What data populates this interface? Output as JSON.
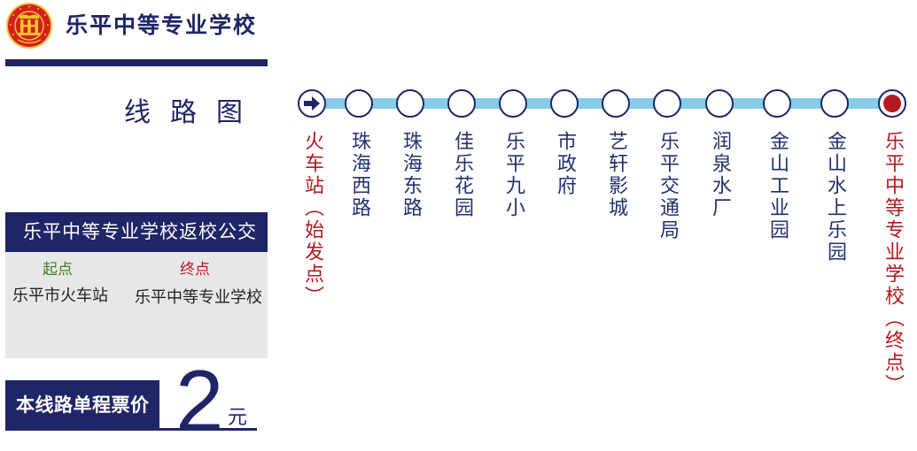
{
  "header": {
    "logo_icon": "school-emblem-icon",
    "school_name": "乐平中等专业学校"
  },
  "route_map": {
    "title": "线路图"
  },
  "info_panel": {
    "title": "乐平中等专业学校返校公交",
    "start_label": "起点",
    "end_label": "终点",
    "start_value": "乐平市火车站",
    "end_value": "乐平中等专业学校"
  },
  "fare": {
    "label": "本线路单程票价",
    "amount": "2",
    "unit": "元"
  },
  "stops": [
    {
      "name": "火车站（始发点）",
      "icon": "arrow-right-icon",
      "color": "#b3191e"
    },
    {
      "name": "珠海西路",
      "icon": "circle-icon",
      "color": "#22306e"
    },
    {
      "name": "珠海东路",
      "icon": "circle-icon",
      "color": "#22306e"
    },
    {
      "name": "佳乐花园",
      "icon": "circle-icon",
      "color": "#22306e"
    },
    {
      "name": "乐平九小",
      "icon": "circle-icon",
      "color": "#22306e"
    },
    {
      "name": "市政府",
      "icon": "circle-icon",
      "color": "#22306e"
    },
    {
      "name": "艺轩影城",
      "icon": "circle-icon",
      "color": "#22306e"
    },
    {
      "name": "乐平交通局",
      "icon": "circle-icon",
      "color": "#22306e"
    },
    {
      "name": "润泉水厂",
      "icon": "circle-icon",
      "color": "#22306e"
    },
    {
      "name": "金山工业园",
      "icon": "circle-icon",
      "color": "#22306e"
    },
    {
      "name": "金山水上乐园",
      "icon": "circle-icon",
      "color": "#22306e"
    },
    {
      "name": "乐平中等专业学校（终点）",
      "icon": "filled-dot-icon",
      "color": "#b3191e"
    }
  ],
  "colors": {
    "navy": "#1f2566",
    "accent_red": "#b3191e",
    "route_line": "#86cde8",
    "start_green": "#3f7f22",
    "panel_grey": "#e8e8e8"
  }
}
